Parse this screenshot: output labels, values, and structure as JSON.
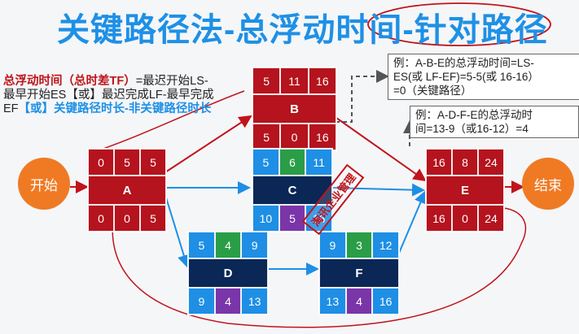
{
  "title": "关键路径法-总浮动时间-针对路径",
  "definition": {
    "term": "总浮动时间（总时差TF）",
    "line1_rest": "=最迟开始LS-",
    "line2": "最早开始ES【或】最迟完成LF-最早完成",
    "line3_ef": "EF",
    "line3_or": "【或】关键路径时长-非关键路径时长"
  },
  "example1": {
    "line1": "例：A-B-E的总浮动时间=LS-",
    "line2": "ES(或 LF-EF)=5-5(或 16-16）",
    "line3": "=0（关键路径）"
  },
  "example2": {
    "line1": "例：A-D-F-E的总浮动时",
    "line2": "间=13-9（或16-12）=4"
  },
  "start_label": "开始",
  "end_label": "结束",
  "watermark": "淘讯企业管理",
  "nodes": {
    "A": {
      "name": "A",
      "top": [
        "0",
        "5",
        "5"
      ],
      "bottom": [
        "0",
        "0",
        "5"
      ]
    },
    "B": {
      "name": "B",
      "top": [
        "5",
        "11",
        "16"
      ],
      "bottom": [
        "5",
        "0",
        "16"
      ]
    },
    "C": {
      "name": "C",
      "top": [
        "5",
        "6",
        "11"
      ],
      "bottom": [
        "10",
        "5",
        "16"
      ]
    },
    "D": {
      "name": "D",
      "top": [
        "5",
        "4",
        "9"
      ],
      "bottom": [
        "9",
        "4",
        "13"
      ]
    },
    "E": {
      "name": "E",
      "top": [
        "16",
        "8",
        "24"
      ],
      "bottom": [
        "16",
        "0",
        "24"
      ]
    },
    "F": {
      "name": "F",
      "top": [
        "9",
        "3",
        "12"
      ],
      "bottom": [
        "13",
        "4",
        "16"
      ]
    }
  },
  "colors": {
    "critical": "#b5131d",
    "noncritical_cell": "#1e8fe5",
    "noncritical_name": "#0a2756",
    "duration_cell": "#2a9d47",
    "float_cell": "#7a35a8",
    "critical_arrow": "#c0141b",
    "noncritical_arrow": "#1e8fe5"
  }
}
